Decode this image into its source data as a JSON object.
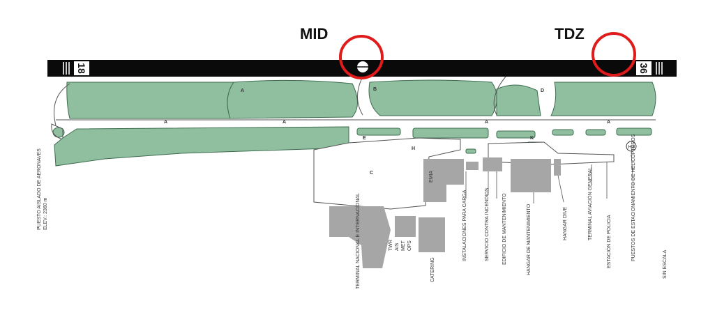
{
  "callouts": {
    "mid": "MID",
    "tdz": "TDZ"
  },
  "runway": {
    "designator_left": "18",
    "designator_right": "36"
  },
  "taxiway_letters": {
    "main": "A",
    "a": "A",
    "b": "B",
    "c": "C",
    "d": "D",
    "e": "E",
    "h": "H",
    "k": "K"
  },
  "labels": {
    "isolated_post": "PUESTO AISLADO DE AERONAVES",
    "isolated_elev": "ELEV.: 2360 m",
    "terminal": "TERMINAL NACIONAL E INTERNACIONAL",
    "twr": "TWR",
    "ais": "AIS",
    "met": "MET",
    "ops": "OPS",
    "catering": "CATERING",
    "emia": "EMIA",
    "cargo": "INSTALACIONES PARA CARGA",
    "fire": "SERVICIO CONTRA INCENDIOS",
    "maint_building": "EDIFICIO DE MANTENIMIENTO",
    "maint_hangar": "HANGAR DE MANTENIMIENTO",
    "dive_hangar": "HANGAR DIVE",
    "ga_terminal": "TERMINAL AVIACIÓN GENERAL",
    "police": "ESTACIÓN DE POLICIA",
    "heli": "PUESTOS DE ESTACIONAMIENTO DE HELICÓPTEROS",
    "scale": "SIN ESCALA",
    "heli_mark": "H3"
  },
  "colors": {
    "apron": "#8fbf9f",
    "apron_stroke": "#3d6b4f",
    "runway": "#0a0a0a",
    "building": "#a6a6a6",
    "callout": "#e01b1b"
  }
}
